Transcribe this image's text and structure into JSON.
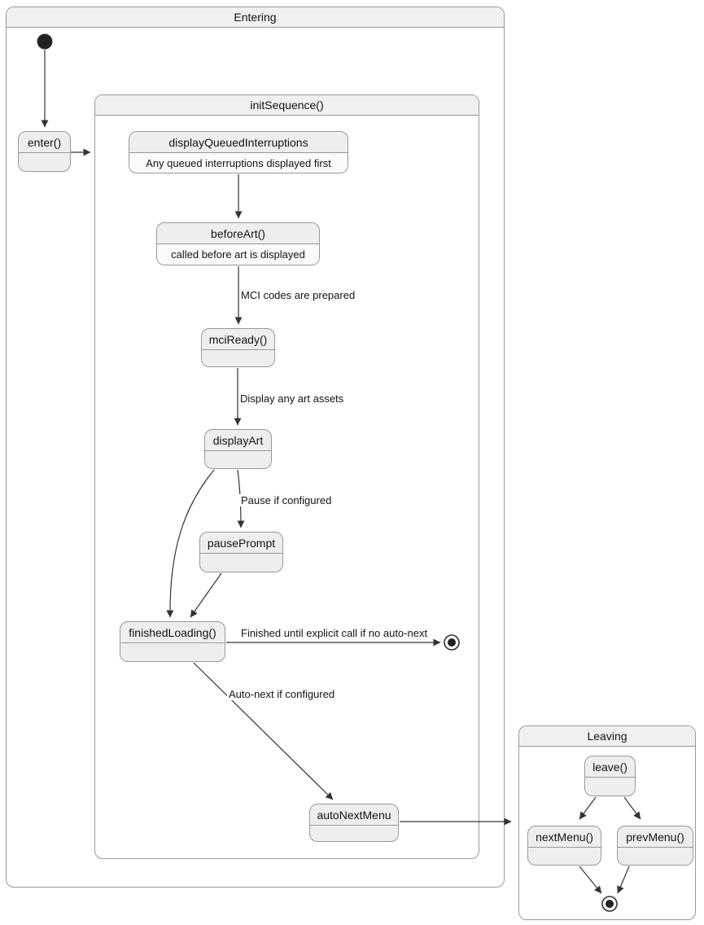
{
  "colors": {
    "state_fill": "#eeeeee",
    "state_desc_fill": "#fafafa",
    "state_border": "#999999",
    "container_header_fill": "#f0f0f0",
    "container_border": "#999999",
    "edge_line": "#333333",
    "text": "#131313",
    "canvas_bg": "#ffffff"
  },
  "containers": {
    "entering": {
      "title": "Entering"
    },
    "init_sequence": {
      "title": "initSequence()"
    },
    "leaving": {
      "title": "Leaving"
    }
  },
  "states": {
    "enter": {
      "label": "enter()"
    },
    "display_queued_interruptions": {
      "label": "displayQueuedInterruptions",
      "description": "Any queued interruptions displayed first"
    },
    "before_art": {
      "label": "beforeArt()",
      "description": "called before art is displayed"
    },
    "mci_ready": {
      "label": "mciReady()"
    },
    "display_art": {
      "label": "displayArt"
    },
    "pause_prompt": {
      "label": "pausePrompt"
    },
    "finished_loading": {
      "label": "finishedLoading()"
    },
    "auto_next_menu": {
      "label": "autoNextMenu"
    },
    "leave": {
      "label": "leave()"
    },
    "next_menu": {
      "label": "nextMenu()"
    },
    "prev_menu": {
      "label": "prevMenu()"
    }
  },
  "edge_labels": {
    "mci_codes_prepared": "MCI codes are prepared",
    "display_art_assets": "Display any art assets",
    "pause_if_configured": "Pause if configured",
    "finished_until_explicit": "Finished until explicit call if no auto-next",
    "auto_next_if_configured": "Auto-next if configured"
  }
}
